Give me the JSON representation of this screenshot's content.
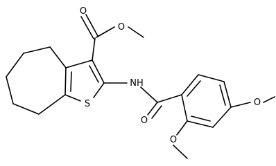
{
  "structure": {
    "ester_carbonyl_oxygen": "O",
    "ester_ether_oxygen": "O",
    "amide_nitrogen": "NH",
    "thiophene_sulfur": "S",
    "amide_carbonyl_oxygen": "O",
    "methoxy_oxygen_para": "O",
    "methoxy_oxygen_ortho": "O"
  },
  "colors": {
    "bond": "#000000",
    "label": "#000000",
    "background": "#ffffff"
  }
}
